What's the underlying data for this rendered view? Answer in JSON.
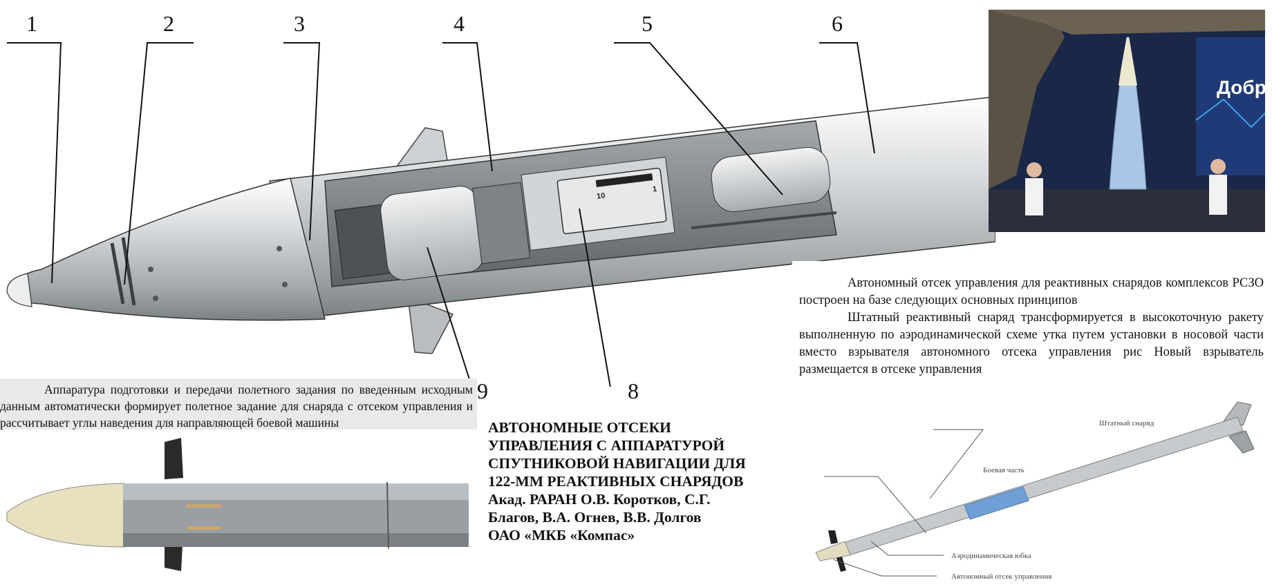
{
  "callouts": [
    "1",
    "2",
    "3",
    "4",
    "5",
    "6",
    "8",
    "9"
  ],
  "photo_text": "Добро",
  "paragraph_left": "Аппаратура подготовки и передачи полетного задания по введенным исходным данным автоматически формирует полетное задание для снаряда с отсеком управления и рассчитывает углы наведения для направляющей боевой машины",
  "title_lines": [
    "АВТОНОМНЫЕ ОТСЕКИ",
    "УПРАВЛЕНИЯ С АППАРАТУРОЙ",
    "СПУТНИКОВОЙ НАВИГАЦИИ ДЛЯ",
    "122-ММ РЕАКТИВНЫХ СНАРЯДОВ",
    "Акад. РАРАН О.В. Коротков, С.Г.",
    "Благов, В.А. Огнев, В.В. Долгов",
    "ОАО «МКБ «Компас»"
  ],
  "paragraph_right_1": "Автономный отсек управления для реактивных снарядов комплексов РСЗО построен на базе следующих основных принципов",
  "paragraph_right_2": "Штатный реактивный снаряд трансформируется в высокоточную ракету выполненную по аэродинамической схеме утка путем установки в носовой части вместо взрывателя автономного отсека управления рис Новый взрыватель размещается в отсеке управления",
  "connector_labels": {
    "pin_10": "10",
    "pin_1": "1"
  },
  "right_labels": {
    "standard_shell": "Штатный снаряд",
    "warhead": "Боевая часть",
    "aero_skirt": "Аэродинамическая юбка",
    "control_section": "Автономный отсек управления"
  },
  "colors": {
    "body_gray": "#c9ccce",
    "dark_gray": "#6f7477",
    "warhead_blue": "#6f9fd6",
    "nose_cream": "#efe7c6",
    "text_panel_bg": "#e9e9e9"
  }
}
